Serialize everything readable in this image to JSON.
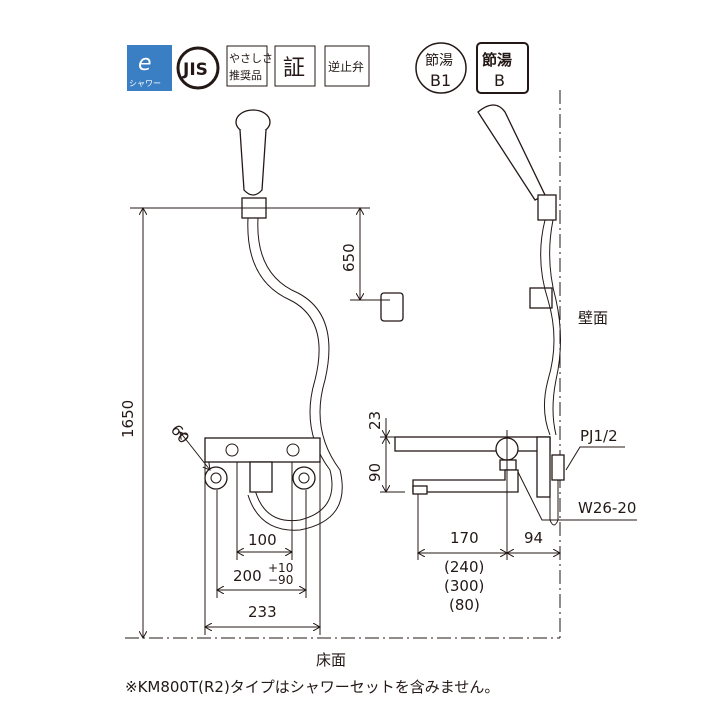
{
  "badges": {
    "eco_shower": {
      "line1": "e",
      "line2": "シャワー",
      "color": "#3a7fc4"
    },
    "jis": "JIS",
    "yasashisa": {
      "line1": "やさしさ",
      "line2": "推奨品"
    },
    "certified": "証",
    "check_valve": "逆止弁",
    "setsuyu_b1": {
      "line1": "節湯",
      "line2": "B1"
    },
    "setsuyu_b": {
      "line1": "節湯",
      "line2": "B"
    }
  },
  "front_view": {
    "dim_height_total": "1650",
    "dim_hanger": "650",
    "dim_angle": "60",
    "dim_inlet_center": "100",
    "dim_inlet_range": "200",
    "dim_inlet_range_tol_plus": "+10",
    "dim_inlet_range_tol_minus": "−90",
    "dim_width": "233"
  },
  "side_view": {
    "wall_label": "壁面",
    "dim_top": "23",
    "dim_spout_drop": "90",
    "dim_spout": "170",
    "dim_spout_alt": [
      "(240)",
      "(300)",
      "(80)"
    ],
    "dim_wall": "94",
    "label_pj": "PJ1/2",
    "label_w": "W26-20"
  },
  "floor_label": "床面",
  "footnote": "※KM800T(R2)タイプはシャワーセットを含みません。"
}
